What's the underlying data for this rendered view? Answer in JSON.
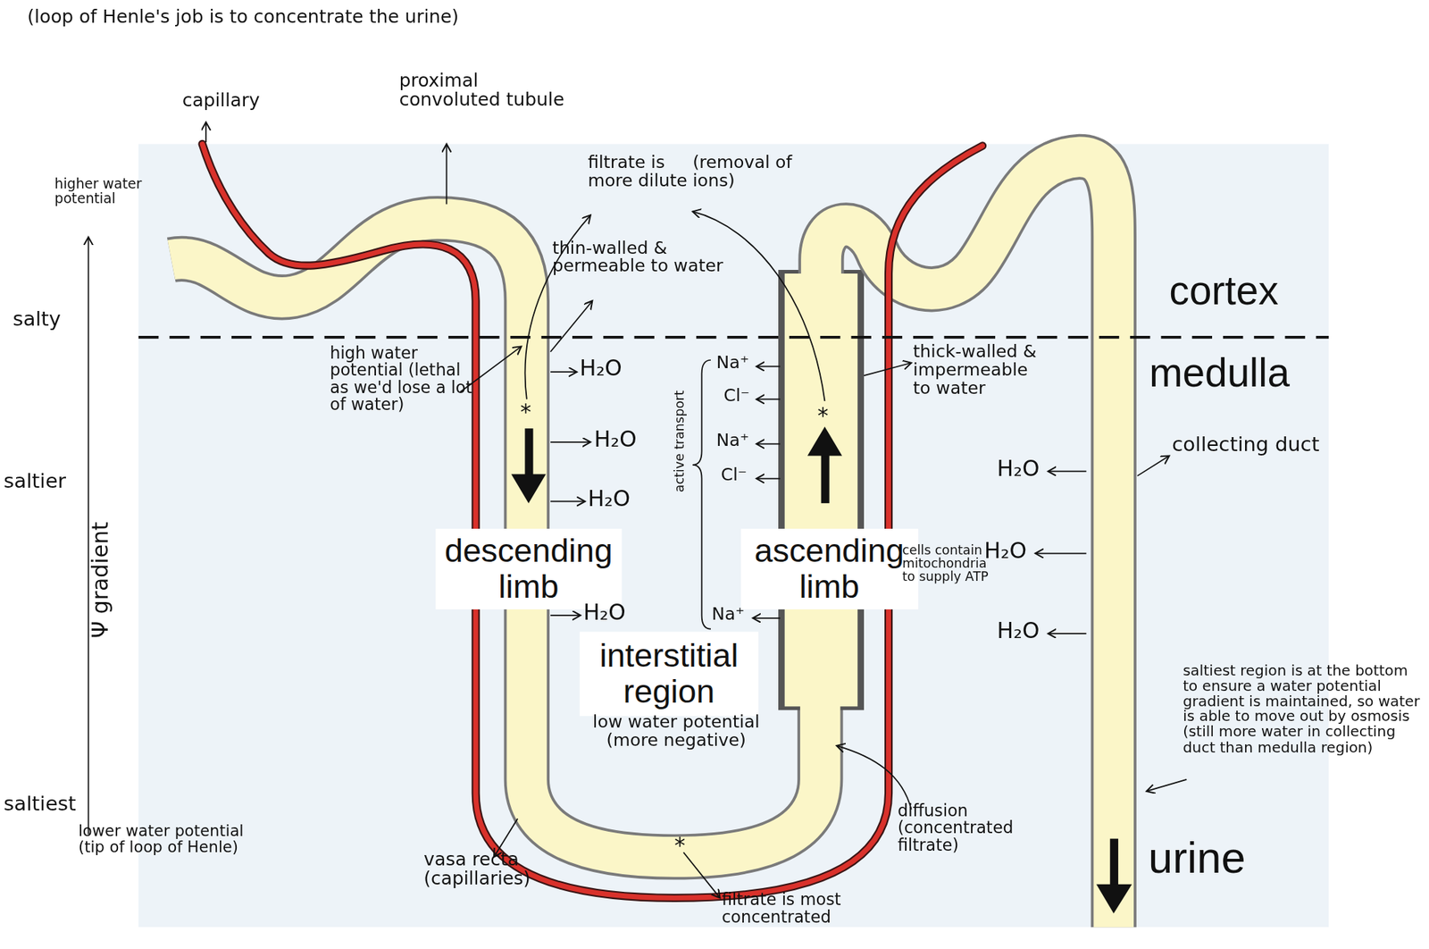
{
  "diagram": {
    "title": "(loop of Henle's job is to concentrate the urine)",
    "nodes": [
      {
        "text": [
          "descending limb"
        ]
      },
      {
        "text": [
          "ascending limb"
        ]
      },
      {
        "text": [
          "interstitial region"
        ]
      }
    ],
    "labels": [
      "capillary",
      "proximal convoluted tubule",
      "higher water potential",
      "filtrate is more dilute",
      "(removal of ions)",
      "thin-walled & permeable to water",
      "salty",
      "cortex",
      "medulla",
      "high water potential (lethal as we'd lose a lot of water)",
      "H₂O",
      "Na⁺",
      "thick-walled & impermeable to water",
      "Cl⁻",
      "*",
      "*",
      "H₂O",
      "Na⁺",
      "Cl⁻",
      "collecting duct",
      "H₂O",
      "saltier",
      "H₂O",
      "active transport",
      "H₂O",
      "cells contain mitochondria to supply ATP",
      "Ψ gradient",
      "H₂O",
      "Na⁺",
      "H₂O",
      "saltiest region is at the bottom to ensure a water potential gradient is maintained, so water is able to move out by osmosis (still more water in collecting duct than medulla region)",
      "low water potential (more negative)",
      "diffusion (concentrated filtrate)",
      "saltiest",
      "lower water potential (tip of loop of Henle)",
      "*",
      "urine",
      "vasa recta (capillaries)",
      "filtrate is most concentrated"
    ]
  }
}
